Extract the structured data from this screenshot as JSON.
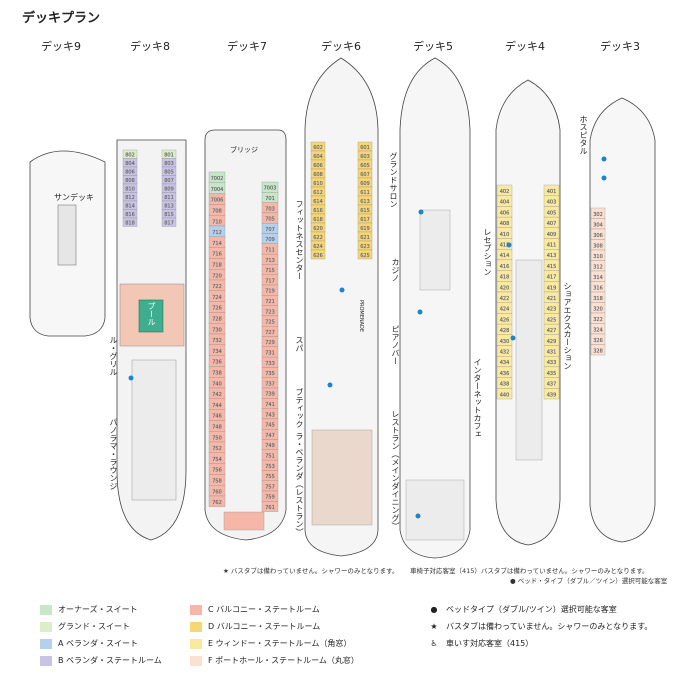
{
  "title": "デッキプラン",
  "decks": [
    {
      "label": "デッキ9"
    },
    {
      "label": "デッキ8"
    },
    {
      "label": "デッキ7"
    },
    {
      "label": "デッキ6"
    },
    {
      "label": "デッキ5"
    },
    {
      "label": "デッキ4"
    },
    {
      "label": "デッキ3"
    }
  ],
  "areas": {
    "sundeck": "サンデッキ",
    "pool": "プール",
    "rugrill": "ル・グリル",
    "panorama": "パノラマ・ラウンジ",
    "bridge": "ブリッジ",
    "fitness": "フィットネスセンター",
    "spa": "スパ",
    "boutique": "ブティック",
    "laveranda": "ラ・ベランダ（レストラン）",
    "grandsalon": "グランドサロン",
    "casino": "カジノ",
    "pianobar": "ピアノバー",
    "restaurant": "レストラン（メインダイニング）",
    "internetcafe": "インターネットカフェ",
    "reception": "レセプション",
    "excursion": "ショアエクスカーション",
    "hospital": "ホスピタル",
    "promenade": "PROMENADE"
  },
  "cabins": {
    "d8_left": [
      "802",
      "804",
      "806",
      "808",
      "810",
      "812",
      "814",
      "816",
      "818"
    ],
    "d8_right": [
      "801",
      "803",
      "805",
      "807",
      "809",
      "811",
      "813",
      "815",
      "817"
    ],
    "d7_left": [
      "7002",
      "7004",
      "7006",
      "708",
      "710",
      "712",
      "714",
      "716",
      "718",
      "720",
      "722",
      "724",
      "726",
      "728",
      "730",
      "732",
      "734",
      "736",
      "738",
      "740",
      "742",
      "744",
      "746",
      "748",
      "750",
      "752",
      "754",
      "756",
      "758",
      "760",
      "762"
    ],
    "d7_right": [
      "7003",
      "701",
      "703",
      "705",
      "707",
      "709",
      "711",
      "713",
      "715",
      "717",
      "719",
      "721",
      "723",
      "725",
      "727",
      "729",
      "731",
      "733",
      "735",
      "737",
      "739",
      "741",
      "743",
      "745",
      "747",
      "749",
      "751",
      "753",
      "755",
      "757",
      "759",
      "761"
    ],
    "d6_left": [
      "602",
      "604",
      "606",
      "608",
      "610",
      "612",
      "614",
      "616",
      "618",
      "620",
      "622",
      "624",
      "626"
    ],
    "d6_right": [
      "601",
      "603",
      "605",
      "607",
      "609",
      "611",
      "613",
      "615",
      "617",
      "619",
      "621",
      "623",
      "625"
    ],
    "d4_left": [
      "402",
      "404",
      "406",
      "408",
      "410",
      "412",
      "414",
      "416",
      "418",
      "420",
      "422",
      "424",
      "426",
      "428",
      "430",
      "432",
      "434",
      "436",
      "438",
      "440"
    ],
    "d4_right": [
      "401",
      "403",
      "405",
      "407",
      "409",
      "411",
      "413",
      "415",
      "417",
      "419",
      "421",
      "423",
      "425",
      "427",
      "429",
      "431",
      "433",
      "435",
      "437",
      "439"
    ],
    "d3_right": [
      "302",
      "304",
      "306",
      "308",
      "310",
      "312",
      "314",
      "316",
      "318",
      "320",
      "322",
      "324",
      "326",
      "328"
    ]
  },
  "notes": {
    "bath": "★ バスタブは備わっていません。シャワーのみとなります。",
    "wheelchair": "車椅子対応客室（415）バスタブは備わっていません。シャワーのみとなります。",
    "bed": "● ベッド・タイプ（ダブル／ツイン）選択可能な客室"
  },
  "legend": [
    {
      "label": "オーナーズ・スイート",
      "color": "#c8e6c9"
    },
    {
      "label": "グランド・スイート",
      "color": "#dcedc8"
    },
    {
      "label": "A ベランダ・スイート",
      "color": "#b3d1ee"
    },
    {
      "label": "B ベランダ・ステートルーム",
      "color": "#c9c3e6"
    },
    {
      "label": "C バルコニー・ステートルーム",
      "color": "#f4b7a8"
    },
    {
      "label": "D バルコニー・ステートルーム",
      "color": "#f7d774"
    },
    {
      "label": "E ウィンドー・ステートルーム（角窓）",
      "color": "#faeaa0"
    },
    {
      "label": "F ポートホール・ステートルーム（丸窓）",
      "color": "#fbe1d2"
    }
  ],
  "legend_right": [
    {
      "symbol": "●",
      "label": "ベッドタイプ（ダブル/ツイン）選択可能な客室"
    },
    {
      "symbol": "★",
      "label": "バスタブは備わっていません。シャワーのみとなります。"
    },
    {
      "symbol": "♿",
      "label": "車いす対応客室（415）"
    }
  ]
}
